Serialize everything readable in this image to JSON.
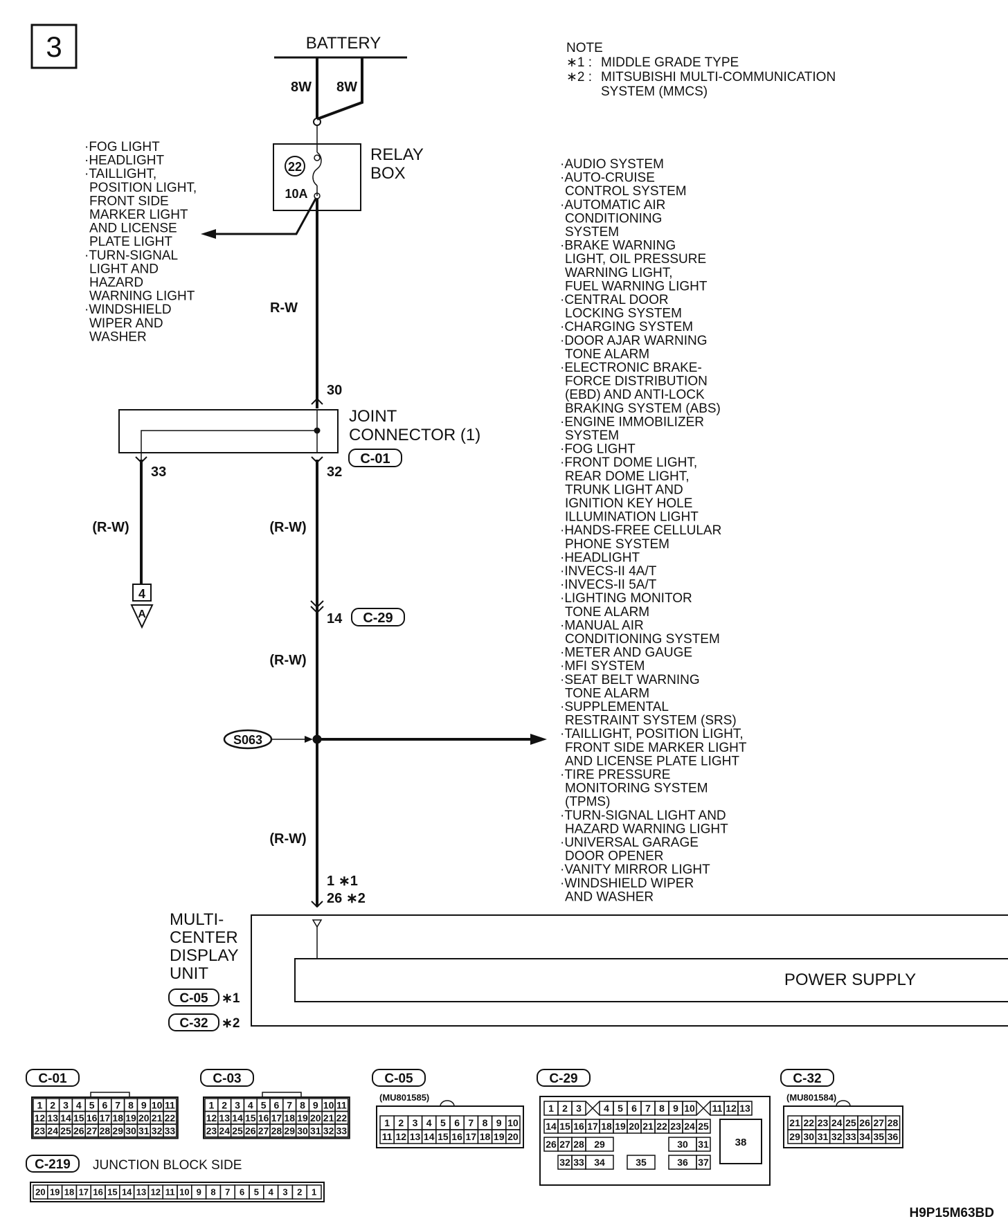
{
  "page_number": "3",
  "battery": {
    "label": "BATTERY",
    "wires": [
      "8W",
      "8W"
    ]
  },
  "note": {
    "title": "NOTE",
    "items": [
      {
        "mark": "∗1 :",
        "text": "MIDDLE GRADE TYPE"
      },
      {
        "mark": "∗2 :",
        "text": "MITSUBISHI MULTI-COMMUNICATION"
      },
      {
        "mark": "",
        "text": "SYSTEM (MMCS)"
      }
    ]
  },
  "relay_box": {
    "label_lines": [
      "RELAY",
      "BOX"
    ],
    "fuse_no": "22",
    "fuse_rating": "10A"
  },
  "left_loads": [
    "·FOG LIGHT",
    "·HEADLIGHT",
    "·TAILLIGHT,",
    "POSITION LIGHT,",
    "FRONT SIDE",
    "MARKER LIGHT",
    "AND LICENSE",
    "PLATE LIGHT",
    "·TURN-SIGNAL",
    "LIGHT AND",
    "HAZARD",
    "WARNING LIGHT",
    "·WINDSHIELD",
    "WIPER AND",
    "WASHER"
  ],
  "right_loads": [
    "·AUDIO SYSTEM",
    "·AUTO-CRUISE",
    "CONTROL SYSTEM",
    "·AUTOMATIC AIR",
    "CONDITIONING",
    "SYSTEM",
    "·BRAKE WARNING",
    "LIGHT, OIL PRESSURE",
    "WARNING LIGHT,",
    "FUEL WARNING LIGHT",
    "·CENTRAL DOOR",
    "LOCKING SYSTEM",
    "·CHARGING SYSTEM",
    "·DOOR AJAR WARNING",
    "TONE ALARM",
    "·ELECTRONIC BRAKE-",
    "FORCE DISTRIBUTION",
    "(EBD) AND ANTI-LOCK",
    "BRAKING SYSTEM (ABS)",
    "·ENGINE IMMOBILIZER",
    "SYSTEM",
    "·FOG LIGHT",
    "·FRONT DOME LIGHT,",
    "REAR DOME LIGHT,",
    "TRUNK LIGHT AND",
    "IGNITION KEY HOLE",
    "ILLUMINATION LIGHT",
    "·HANDS-FREE CELLULAR",
    "PHONE SYSTEM",
    "·HEADLIGHT",
    "·INVECS-II 4A/T",
    "·INVECS-II 5A/T",
    "·LIGHTING MONITOR",
    "TONE ALARM",
    "·MANUAL AIR",
    "CONDITIONING SYSTEM",
    "·METER AND GAUGE",
    "·MFI SYSTEM",
    "·SEAT BELT WARNING",
    "TONE ALARM",
    "·SUPPLEMENTAL",
    "RESTRAINT SYSTEM (SRS)",
    "·TAILLIGHT, POSITION LIGHT,",
    "FRONT SIDE MARKER LIGHT",
    "AND LICENSE PLATE LIGHT",
    "·TIRE PRESSURE",
    "MONITORING SYSTEM",
    "(TPMS)",
    "·TURN-SIGNAL LIGHT AND",
    "HAZARD WARNING LIGHT",
    "·UNIVERSAL GARAGE",
    "DOOR OPENER",
    "·VANITY MIRROR LIGHT",
    "·WINDSHIELD WIPER",
    "AND WASHER"
  ],
  "wire_colors": {
    "main": "R-W",
    "bracketed": "(R-W)"
  },
  "joint_connector": {
    "label_lines": [
      "JOINT",
      "CONNECTOR (1)"
    ],
    "pin_in": "30",
    "pin_out_main": "32",
    "pin_out_branch": "33",
    "code": "C-01"
  },
  "intermediate": {
    "pin": "14",
    "code": "C-29"
  },
  "ref_terminal": {
    "number": "4",
    "letter": "A"
  },
  "splice": "S063",
  "unit_pins": {
    "p1": "1",
    "p1_mark": "∗1",
    "p2": "26",
    "p2_mark": "∗2"
  },
  "unit": {
    "label_lines": [
      "MULTI-",
      "CENTER",
      "DISPLAY",
      "UNIT"
    ],
    "codes": [
      {
        "code": "C-05",
        "mark": "∗1"
      },
      {
        "code": "C-32",
        "mark": "∗2"
      }
    ],
    "block_label": "POWER SUPPLY"
  },
  "connectors": {
    "c01": {
      "code": "C-01",
      "rows": [
        [
          "1",
          "2",
          "3",
          "4",
          "5",
          "6",
          "7",
          "8",
          "9",
          "10",
          "11"
        ],
        [
          "12",
          "13",
          "14",
          "15",
          "16",
          "17",
          "18",
          "19",
          "20",
          "21",
          "22"
        ],
        [
          "23",
          "24",
          "25",
          "26",
          "27",
          "28",
          "29",
          "30",
          "31",
          "32",
          "33"
        ]
      ]
    },
    "c03": {
      "code": "C-03",
      "rows": [
        [
          "1",
          "2",
          "3",
          "4",
          "5",
          "6",
          "7",
          "8",
          "9",
          "10",
          "11"
        ],
        [
          "12",
          "13",
          "14",
          "15",
          "16",
          "17",
          "18",
          "19",
          "20",
          "21",
          "22"
        ],
        [
          "23",
          "24",
          "25",
          "26",
          "27",
          "28",
          "29",
          "30",
          "31",
          "32",
          "33"
        ]
      ]
    },
    "c05": {
      "code": "C-05",
      "part": "(MU801585)",
      "rows": [
        [
          "1",
          "2",
          "3",
          "4",
          "5",
          "6",
          "7",
          "8",
          "9",
          "10"
        ],
        [
          "11",
          "12",
          "13",
          "14",
          "15",
          "16",
          "17",
          "18",
          "19",
          "20"
        ]
      ]
    },
    "c29": {
      "code": "C-29",
      "row1": [
        "1",
        "2",
        "3",
        "X",
        "4",
        "5",
        "6",
        "7",
        "8",
        "9",
        "10",
        "X",
        "11",
        "12",
        "13"
      ],
      "row2": [
        "14",
        "15",
        "16",
        "17",
        "18",
        "19",
        "20",
        "21",
        "22",
        "23",
        "24",
        "25"
      ],
      "row3a": [
        "26",
        "27",
        "28"
      ],
      "row3b": [
        "29",
        "30",
        "31"
      ],
      "row4a": [
        "32",
        "33"
      ],
      "row4b": [
        "34",
        "35",
        "36",
        "37"
      ],
      "big": "38"
    },
    "c32": {
      "code": "C-32",
      "part": "(MU801584)",
      "rows": [
        [
          "21",
          "22",
          "23",
          "24",
          "25",
          "26",
          "27",
          "28"
        ],
        [
          "29",
          "30",
          "31",
          "32",
          "33",
          "34",
          "35",
          "36"
        ]
      ]
    },
    "c219": {
      "code": "C-219",
      "label": "JUNCTION BLOCK SIDE",
      "pins": [
        "20",
        "19",
        "18",
        "17",
        "16",
        "15",
        "14",
        "13",
        "12",
        "11",
        "10",
        "9",
        "8",
        "7",
        "6",
        "5",
        "4",
        "3",
        "2",
        "1"
      ]
    }
  },
  "figure_code": "H9P15M63BD"
}
